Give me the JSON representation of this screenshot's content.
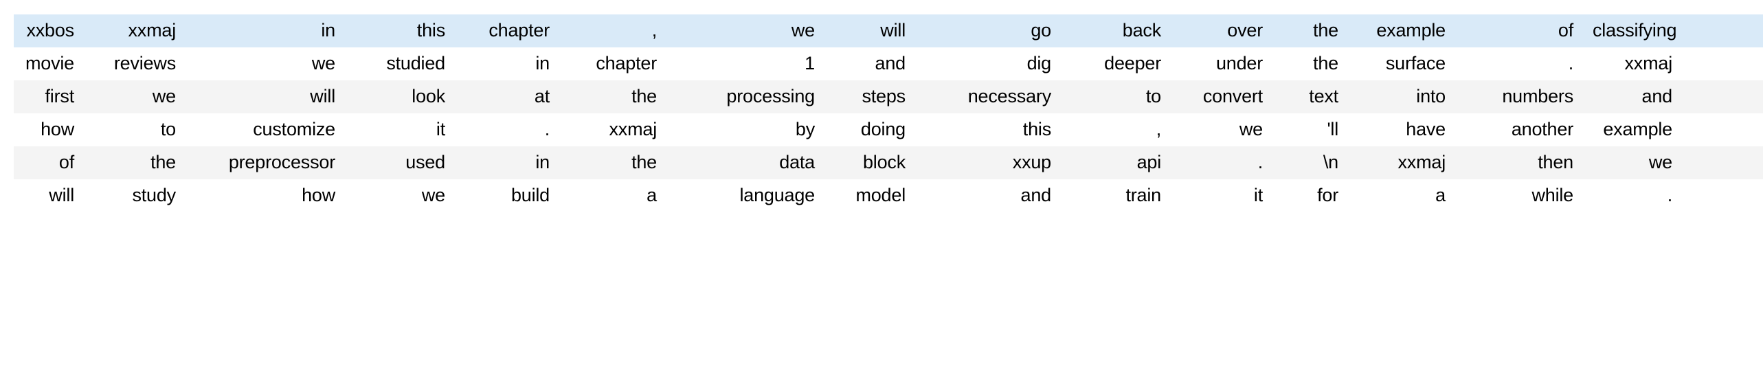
{
  "table": {
    "columns": 16,
    "row_count": 6,
    "colors": {
      "highlight_row_bg": "#d9eaf8",
      "stripe_row_bg": "#f4f4f4",
      "plain_row_bg": "#ffffff",
      "text": "#000000",
      "page_bg": "#ffffff"
    },
    "rows": [
      {
        "style": "highlight",
        "cells": [
          "xxbos",
          "xxmaj",
          "in",
          "this",
          "chapter",
          ",",
          "we",
          "will",
          "go",
          "back",
          "over",
          "the",
          "example",
          "of",
          "classifying"
        ]
      },
      {
        "style": "plain",
        "cells": [
          "movie",
          "reviews",
          "we",
          "studied",
          "in",
          "chapter",
          "1",
          "and",
          "dig",
          "deeper",
          "under",
          "the",
          "surface",
          ".",
          "xxmaj"
        ]
      },
      {
        "style": "stripe",
        "cells": [
          "first",
          "we",
          "will",
          "look",
          "at",
          "the",
          "processing",
          "steps",
          "necessary",
          "to",
          "convert",
          "text",
          "into",
          "numbers",
          "and"
        ]
      },
      {
        "style": "plain",
        "cells": [
          "how",
          "to",
          "customize",
          "it",
          ".",
          "xxmaj",
          "by",
          "doing",
          "this",
          ",",
          "we",
          "'ll",
          "have",
          "another",
          "example"
        ]
      },
      {
        "style": "stripe",
        "cells": [
          "of",
          "the",
          "preprocessor",
          "used",
          "in",
          "the",
          "data",
          "block",
          "xxup",
          "api",
          ".",
          "\\n",
          "xxmaj",
          "then",
          "we"
        ]
      },
      {
        "style": "plain",
        "cells": [
          "will",
          "study",
          "how",
          "we",
          "build",
          "a",
          "language",
          "model",
          "and",
          "train",
          "it",
          "for",
          "a",
          "while",
          "."
        ]
      }
    ]
  }
}
